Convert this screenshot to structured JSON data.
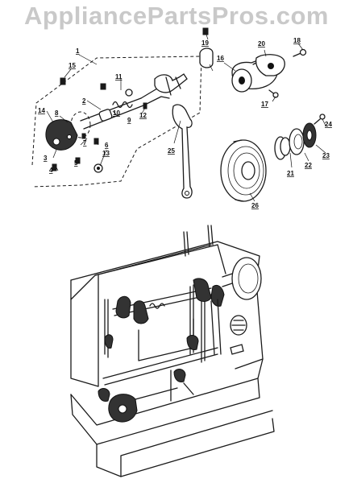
{
  "watermark": "AppliancePartsPros.com",
  "callouts": [
    "1",
    "2",
    "3",
    "4",
    "5",
    "6",
    "7",
    "8",
    "9",
    "10",
    "11",
    "12",
    "13",
    "14",
    "15",
    "16",
    "17",
    "18",
    "19",
    "20",
    "21",
    "22",
    "23",
    "24",
    "25",
    "26"
  ]
}
